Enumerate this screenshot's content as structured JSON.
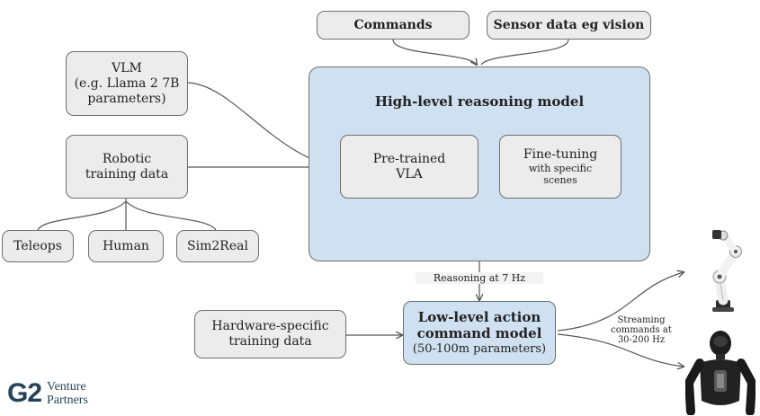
{
  "top": {
    "commands": "Commands",
    "sensor": "Sensor data eg vision"
  },
  "vlm": {
    "line1": "VLM",
    "line2": "(e.g. Llama 2 7B",
    "line3": "parameters)"
  },
  "robotic": {
    "line1": "Robotic",
    "line2": "training data"
  },
  "sources": [
    "Teleops",
    "Human",
    "Sim2Real"
  ],
  "high_level": {
    "title": "High-level reasoning model",
    "pretrained_line1": "Pre-trained",
    "pretrained_line2": "VLA",
    "finetune_title": "Fine-tuning",
    "finetune_line2": "with specific",
    "finetune_line3": "scenes"
  },
  "reasoning_rate": "Reasoning at 7 Hz",
  "hardware": {
    "line1": "Hardware-specific",
    "line2": "training data"
  },
  "low_level": {
    "line1": "Low-level action",
    "line2": "command model",
    "line3": "(50-100m parameters)"
  },
  "streaming": {
    "line1": "Streaming",
    "line2": "commands at",
    "line3": "30-200 Hz"
  },
  "logo": {
    "mark": "G2",
    "line1": "Venture",
    "line2": "Partners"
  },
  "icons": [
    "robot-arm-icon",
    "humanoid-robot-icon"
  ]
}
